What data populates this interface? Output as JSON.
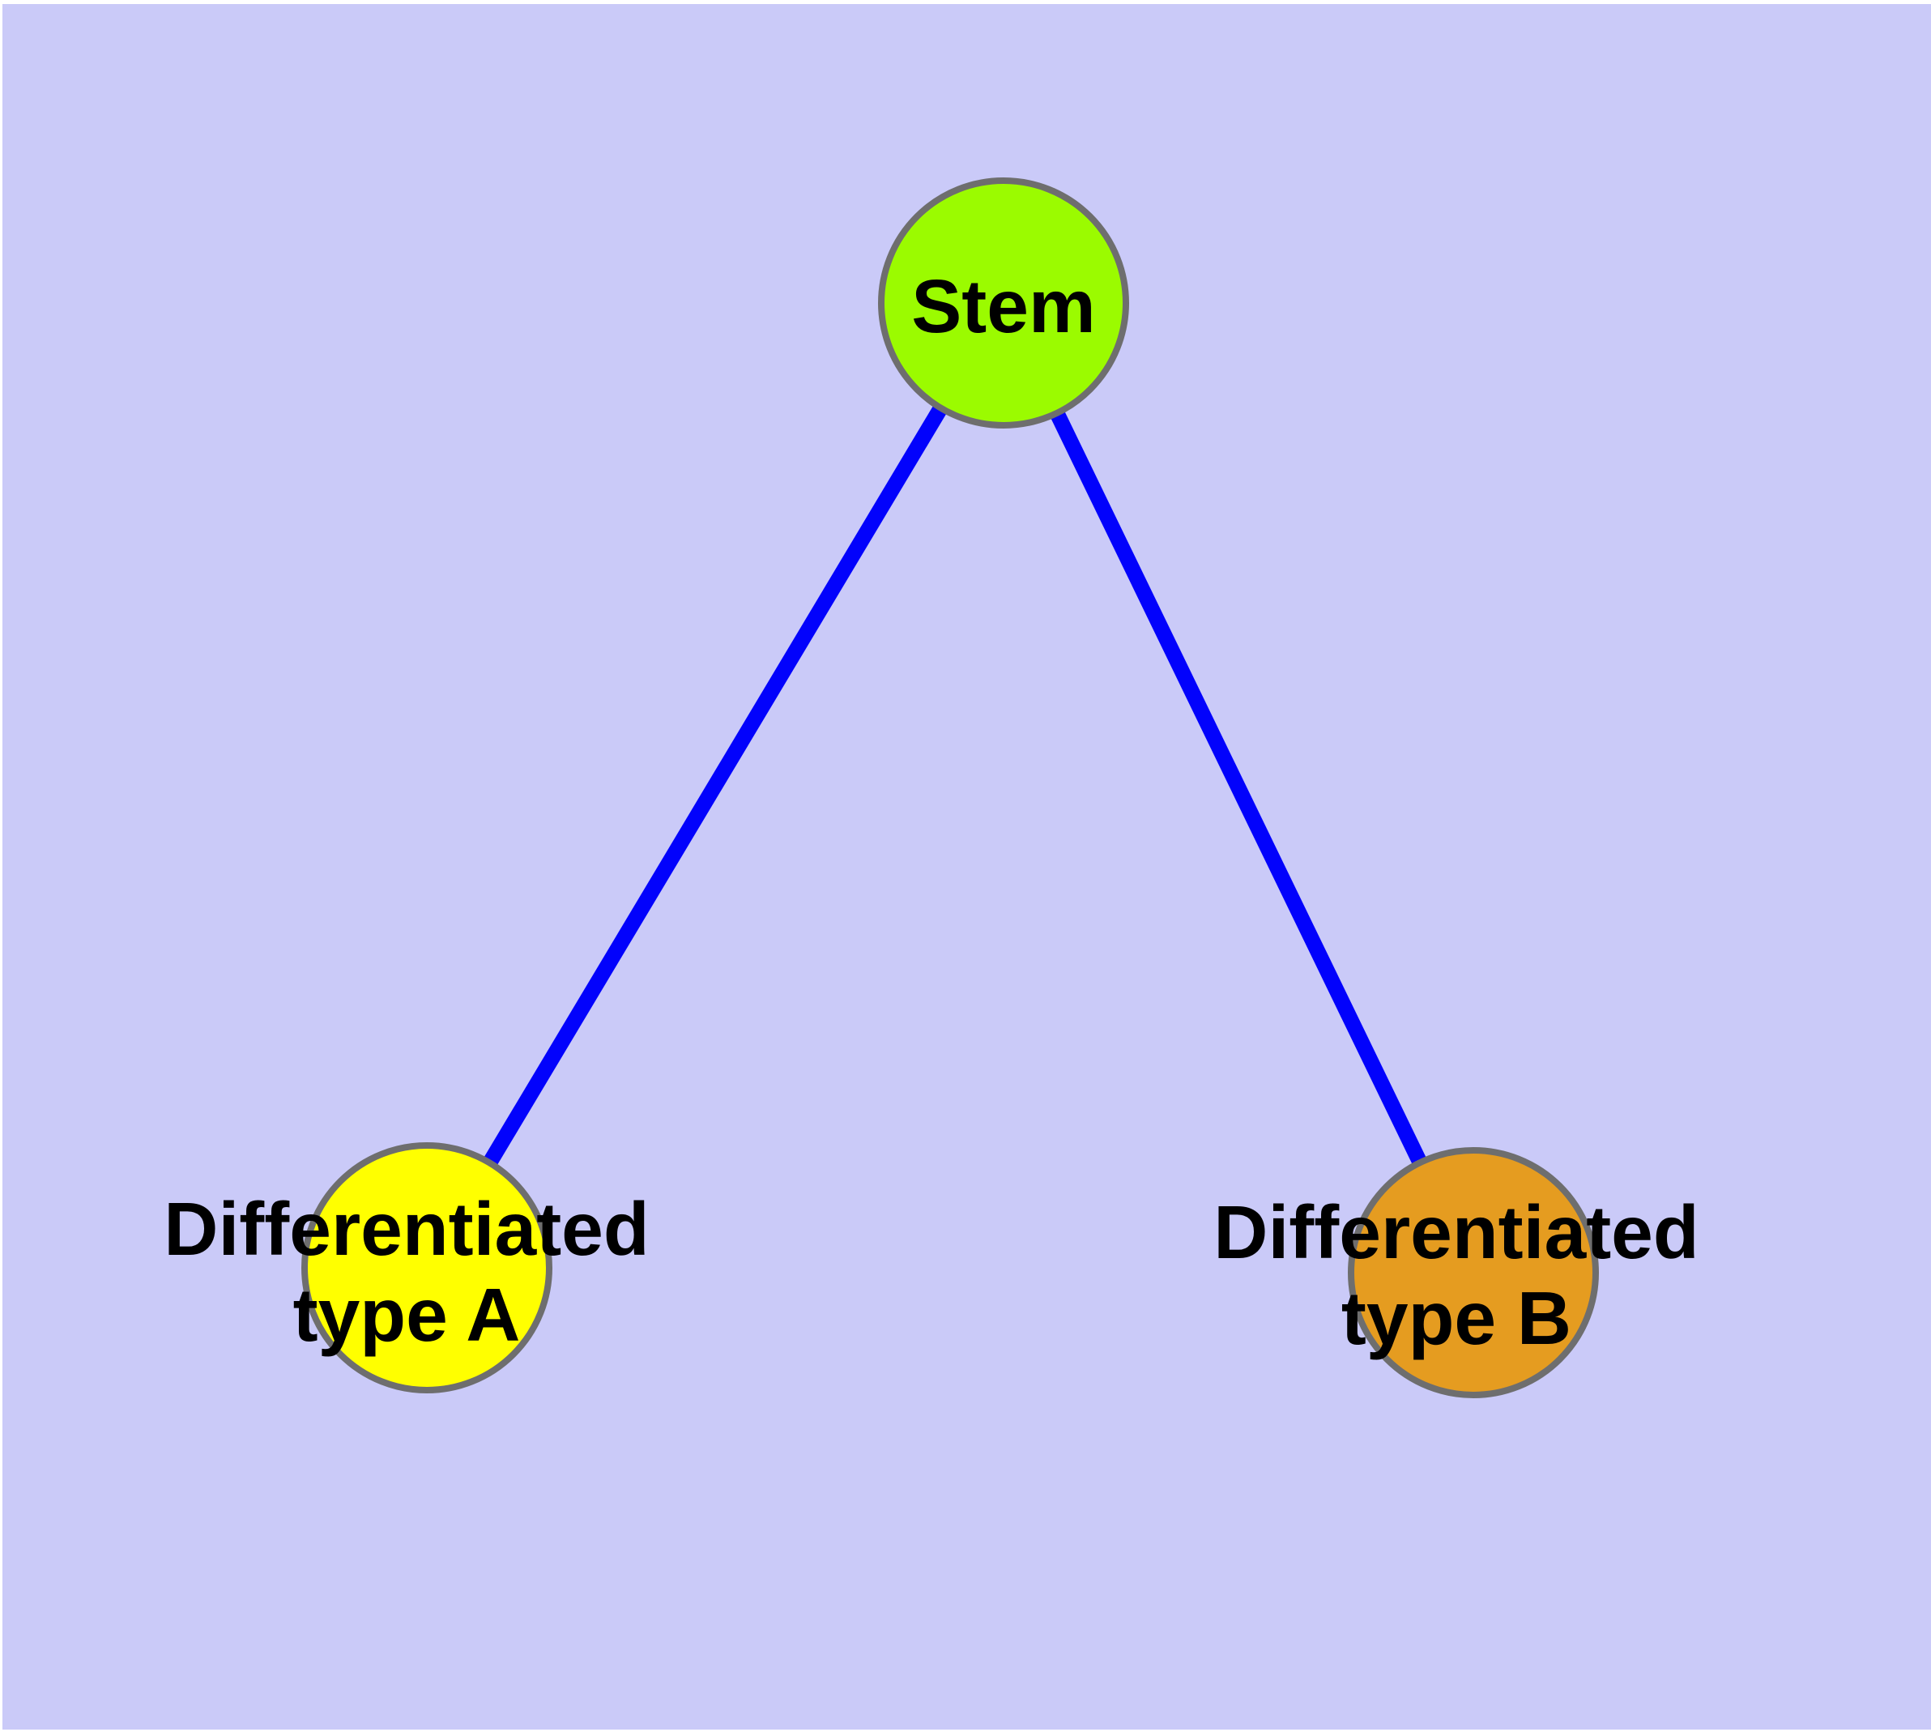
{
  "colors": {
    "canvas_background": "#CACAF8",
    "page_margin": "#FFFFFF",
    "edge": "#0202FC",
    "node_border": "#6E6E6E",
    "label_text": "#000000"
  },
  "graph": {
    "nodes": [
      {
        "id": "stem",
        "label": "Stem",
        "label_lines": [
          "Stem"
        ],
        "fill": "#9BFB00"
      },
      {
        "id": "differentiated-type-a",
        "label": "Differentiated type A",
        "label_lines": [
          "Differentiated",
          "type A"
        ],
        "fill": "#FFFF00"
      },
      {
        "id": "differentiated-type-b",
        "label": "Differentiated type B",
        "label_lines": [
          "Differentiated",
          "type B"
        ],
        "fill": "#E59C20"
      }
    ],
    "edges": [
      {
        "from": "stem",
        "to": "differentiated-type-a"
      },
      {
        "from": "stem",
        "to": "differentiated-type-b"
      }
    ]
  }
}
